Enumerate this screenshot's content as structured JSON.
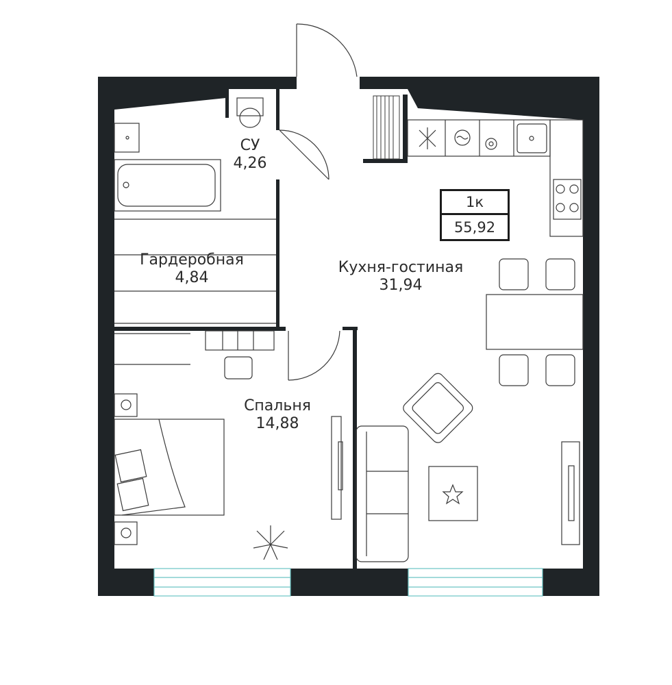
{
  "apartment": {
    "type_label": "1к",
    "total_area": "55,92"
  },
  "rooms": [
    {
      "name": "СУ",
      "area": "4,26"
    },
    {
      "name": "Гардеробная",
      "area": "4,84"
    },
    {
      "name": "Кухня-гостиная",
      "area": "31,94"
    },
    {
      "name": "Спальня",
      "area": "14,88"
    }
  ],
  "colors": {
    "wall": "#1f2427",
    "line": "#3a3a3a",
    "window": "#6cc4c4"
  }
}
